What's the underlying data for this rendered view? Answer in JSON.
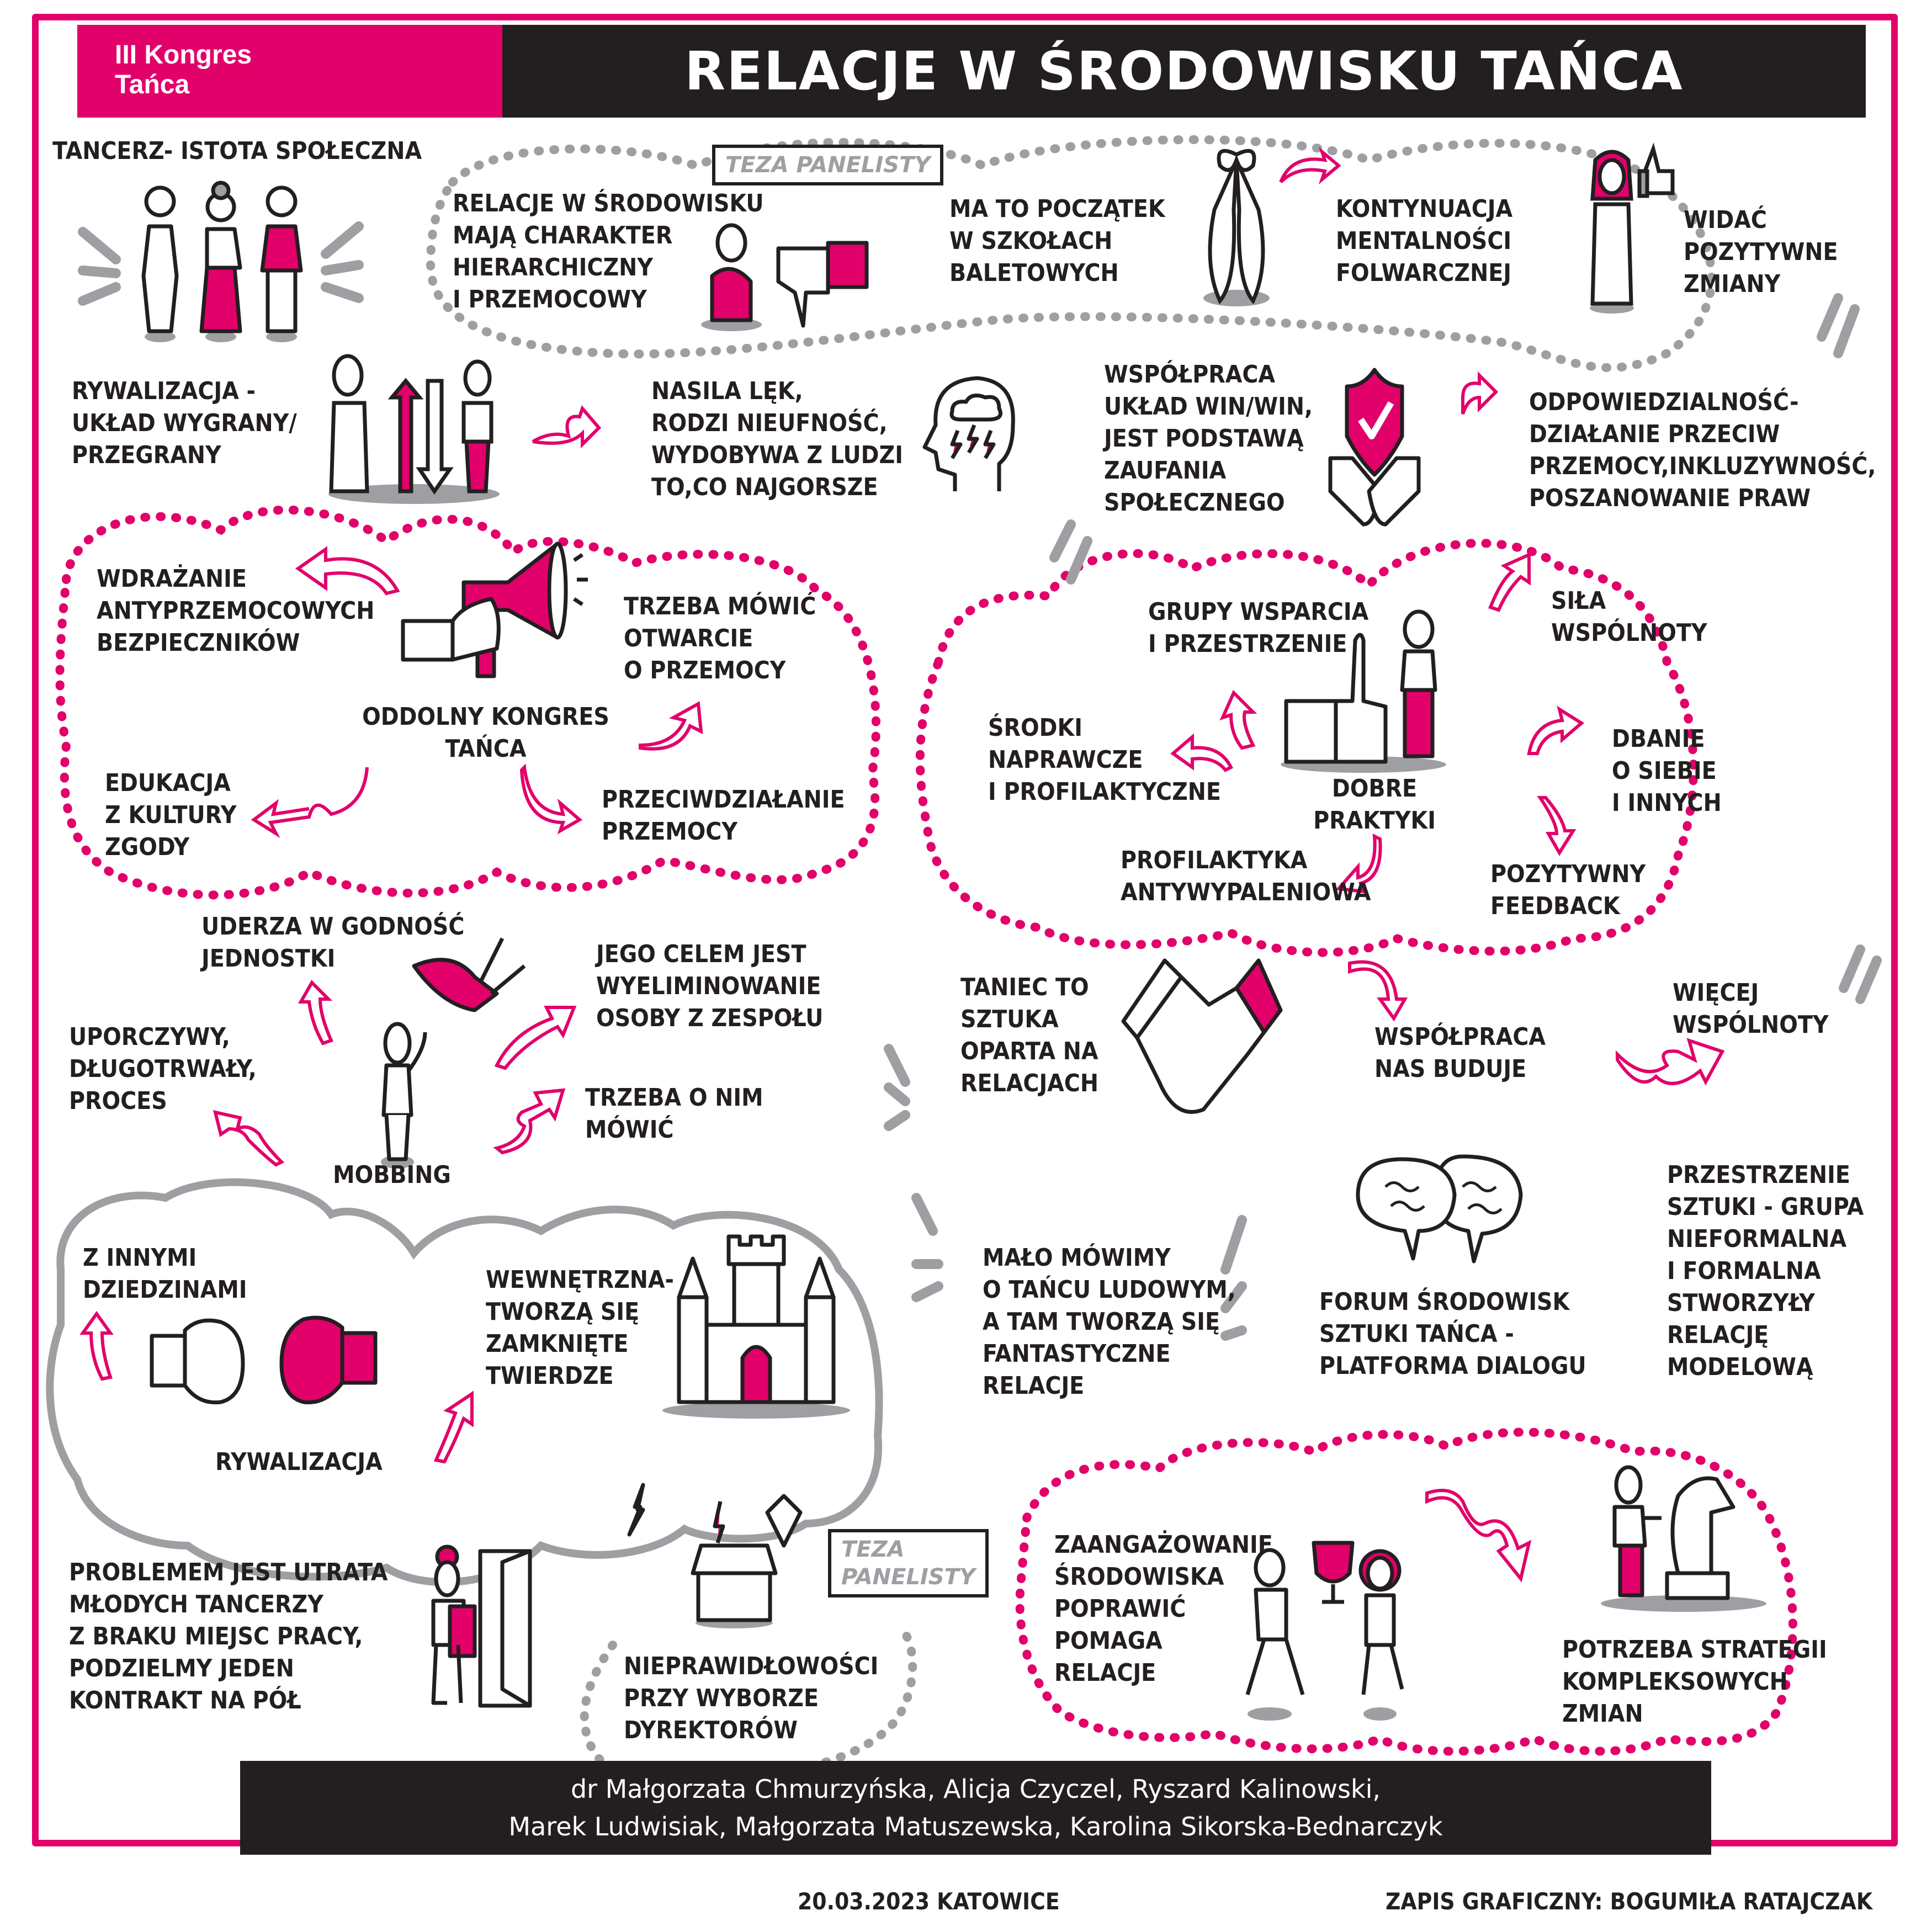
{
  "header": {
    "event_line1": "III Kongres",
    "event_line2": "Tańca",
    "title": "RELACJE W ŚRODOWISKU TAŃCA"
  },
  "colors": {
    "accent": "#e2006a",
    "dark": "#231f20",
    "gray": "#9d9fa2"
  },
  "sections": {
    "social": {
      "title": "Tancerz- istota społeczna",
      "icon": "three-people-holding-hands-icon"
    },
    "thesis_top": {
      "tag": "Teza Panelisty",
      "claim": "Relacje w środowisku\nmają charakter\nhierarchiczny\ni przemocowy",
      "origin": "ma to początek\nw szkołach\nbaletowych",
      "continuation": "kontynuacja\nmentalności\nfolwarcznej",
      "positive": "widać\npozytywne\nzmiany",
      "icons": [
        "sad-sitting-person-icon",
        "thumbs-down-icon",
        "ballet-shoes-icon",
        "woman-thumbs-up-icon"
      ]
    },
    "rivalry": {
      "text": "Rywalizacja -\nukład wygrany/\nprzegrany",
      "effect": "nasila lęk,\nrodzi nieufność,\nwydobywa z ludzi\nto,co najgorsze",
      "icons": [
        "winner-loser-arrows-icon",
        "head-storm-icon"
      ]
    },
    "cooperation": {
      "text": "Współpraca\nukład win/win,\njest podstawą\nzaufania\nspołecznego",
      "result": "Odpowiedzialność-\ndziałanie przeciw\nprzemocy,inkluzywność,\nposzanowanie praw",
      "icon": "shield-handshake-icon"
    },
    "congress": {
      "center": "Oddolny kongres\ntańca",
      "items": [
        "Wdrażanie\nantyprzemocowych\nbezpieczników",
        "Trzeba mówić\notwarcie\no przemocy",
        "Edukacja\nz kultury\nzgody",
        "Przeciwdziałanie\nprzemocy"
      ],
      "icon": "megaphone-icon"
    },
    "good_practices": {
      "center": "Dobre praktyki",
      "items": [
        "Grupy wsparcia\ni przestrzenie",
        "Siła\nwspólnoty",
        "Środki\nnaprawcze\ni profilaktyczne",
        "Dbanie\no siebie\ni innych",
        "Profilaktyka\nantywypaleniowa",
        "Pozytywny\nfeedback"
      ],
      "icon": "thumbs-up-woman-icon"
    },
    "mobbing": {
      "center": "Mobbing",
      "items": [
        "Uderza w godność\njednostki",
        "Jego celem jest\nwyeliminowanie\nosoby z zespołu",
        "Uporczywy,\ndługotrwały,\nproces",
        "Trzeba o nim\nmówić"
      ],
      "icon": "kick-person-icon"
    },
    "dance_relations": {
      "text": "Taniec to\nsztuka\noparta na\nrelacjach",
      "cooperation": "Współpraca\nnas buduje",
      "community": "więcej\nwspólnoty",
      "icon": "handshake-icon"
    },
    "rivalry_cloud": {
      "other_fields": "z innymi\ndziedzinami",
      "internal": "Wewnętrzna-\ntworzą się\nzamknięte\ntwierdze",
      "label": "Rywalizacja",
      "icons": [
        "boxing-gloves-icon",
        "castle-icon"
      ]
    },
    "folk": {
      "text": "mało mówimy\no tańcu ludowym,\na tam tworzą się\nfantastyczne\nrelacje"
    },
    "forum": {
      "text": "Forum środowisk\nsztuki tańca -\nplatforma dialogu",
      "icon": "speech-bubbles-icon"
    },
    "art_spaces": {
      "text": "Przestrzenie\nsztuki - grupa\nnieformalna\ni formalna\nstworzyły\nrelację\nmodelową"
    },
    "young_dancers": {
      "text": "Problemem jest utrata\nmłodych tancerzy\nz braku miejsc pracy,\npodzielmy jeden\nkontrakt na pół",
      "icon": "person-leaving-door-icon"
    },
    "thesis_bottom": {
      "tag": "Teza\nPanelisty",
      "text": "Nieprawidłowości\nprzy wyborze\ndyrektorów",
      "icon": "ballot-box-icon"
    },
    "engagement": {
      "text": "zaangażowanie\nśrodowiska\npoprawić\npomaga\nrelacje",
      "strategy": "Potrzeba strategii\nkompleksowych\nzmian",
      "icons": [
        "trophy-people-icon",
        "chess-knight-icon"
      ]
    }
  },
  "footer": {
    "panelists_line1": "dr Małgorzata Chmurzyńska, Alicja Czyczel, Ryszard Kalinowski,",
    "panelists_line2": "Marek Ludwisiak, Małgorzata Matuszewska, Karolina Sikorska-Bednarczyk",
    "date_place": "20.03.2023  Katowice",
    "credit": "Zapis graficzny: Bogumiła Ratajczak"
  }
}
